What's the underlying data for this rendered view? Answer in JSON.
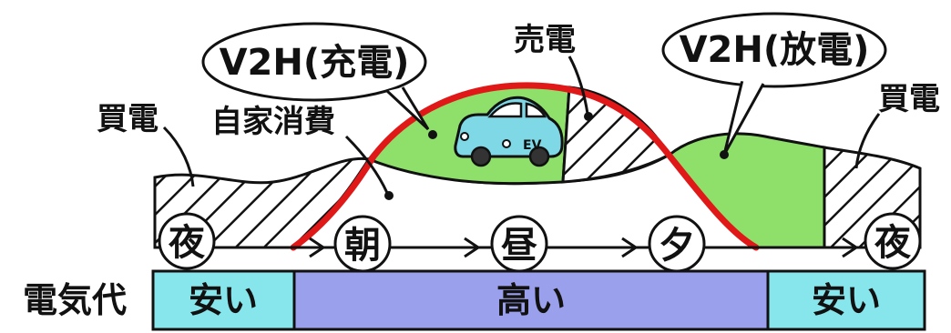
{
  "labels": {
    "buy_left": "買電",
    "buy_right": "買電",
    "self_consumption": "自家消費",
    "sell": "売電",
    "v2h_charge": "V2H(充電)",
    "v2h_discharge": "V2H(放電)",
    "ev_badge": "EV"
  },
  "timeline": {
    "nodes": [
      "夜",
      "朝",
      "昼",
      "夕",
      "夜"
    ]
  },
  "price": {
    "row_label": "電気代",
    "segments": [
      {
        "label": "安い",
        "level": "low"
      },
      {
        "label": "高い",
        "level": "high"
      },
      {
        "label": "安い",
        "level": "low"
      }
    ]
  },
  "colors": {
    "green": "#8ee06a",
    "red": "#e01818",
    "cyan": "#86e6ec",
    "purple": "#9aa0ec",
    "car": "#7fd8e6"
  }
}
